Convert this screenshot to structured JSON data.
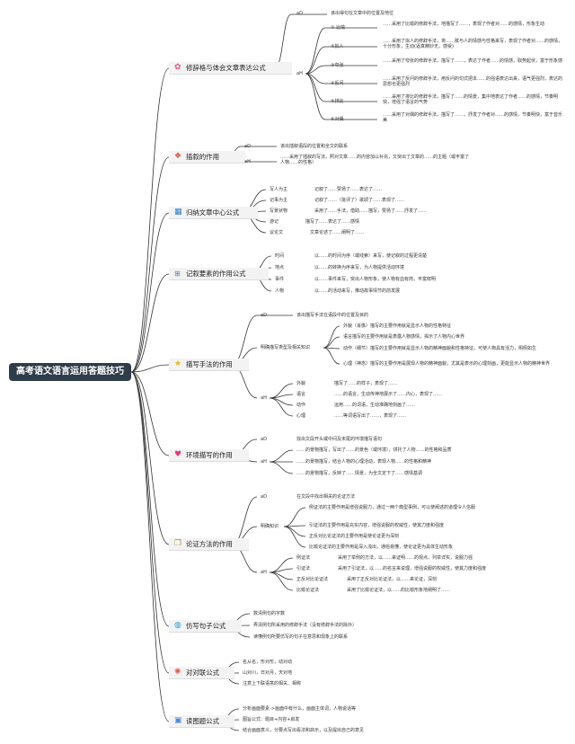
{
  "root": "高考语文语言运用答题技巧",
  "branches": {
    "b1": {
      "title": "修辞格与体会文章表达公式",
      "icon": "flower-icon",
      "ad": "aD",
      "ad_text": "该出得句在文章中的位置及地位",
      "ah": "aH",
      "items": [
        {
          "label": "① 比喻",
          "text": "……采用了比喻的修辞手法，地描写了……，表现了作者对……的感情，形象生动"
        },
        {
          "label": "②拟人",
          "text": "……采用了拟人的修辞手法，将……赋与人的情感与性格来写，表现了作者对……的感情，十分形象，生动(逼真精妙无，感受)"
        },
        {
          "label": "③夸张",
          "text": "……采用了夸张的修辞手法，描写了……，表达了作者……的情感，取势起伏，富于形象感"
        },
        {
          "label": "④反问",
          "text": "……采用了反问的修辞手法，用反问的句式把本……的强语表达出来，语气更强烈，表达的思想也更强烈"
        },
        {
          "label": "⑤排比",
          "text": "……采用了排比的修辞手法，描写了……的情景，集中地表达了作者……的感情，节奏明快，增强了语言的气势"
        },
        {
          "label": "⑥对偶",
          "text": "……采用了对偶的修辞手法，描写了……，抒发了作者对……的感情，节奏明快，富于音乐美"
        }
      ]
    },
    "b2": {
      "title": "插叙的作用",
      "icon": "gift-icon",
      "ad": "aD",
      "ad_text": "该出插叙语段的位置和全文的联系",
      "ah": "aH",
      "ah_text": "……采用了插叙的写法，照对文章……的内容加以补充，又突出了文章的……的主题（或丰富了人物……的性格）"
    },
    "b3": {
      "title": "归纳文章中心公式",
      "icon": "grid-icon",
      "items": [
        {
          "label": "写人为主",
          "text": "记叙了……赞扬了……表达了……"
        },
        {
          "label": "记事为主",
          "text": "记叙了……（批评了）歌颂了……表现了……"
        },
        {
          "label": "写景状物",
          "text": "采用了……手法，借助……描写，赞扬了……抒发了……"
        },
        {
          "label": "游记",
          "text": "描写了……表达了……感情"
        },
        {
          "label": "议论文",
          "text": "文章论述了……阐明了……"
        }
      ]
    },
    "b4": {
      "title": "记叙要素的作用公式",
      "icon": "cross-icon",
      "items": [
        {
          "label": "时间",
          "text": "以……的时间为序（或线索）来写，使记叙的过程更清楚"
        },
        {
          "label": "地点",
          "text": "以……的转换为序来写，为人物提供活动环境"
        },
        {
          "label": "事件",
          "text": "以……事件来写，突出人物形象，使人物有血有肉，丰富鲜明"
        },
        {
          "label": "人物",
          "text": "以……的活动来写，推动故事情节的前发展"
        }
      ]
    },
    "b5": {
      "title": "描写手法的作用",
      "icon": "star-icon",
      "ad": "aD",
      "ad_text": "该出描写手法在语段中的位置及目的",
      "know_label": "明确描写类型及相关知识",
      "know_items": [
        "外貌（肖像）描写的主要作用就是显示人物的性格特征",
        "语言描写的主要作用就是表露人物感情，揭示了人物内心世界",
        "动作（细节）描写的主要作用就是显示人物的精神面貌和性格特征，可使人物具有活力，栩栩如生",
        "心理（神态）描写的主要作用是展现人物的精神面貌，尤其是表示的心理刻画，更能显示人物的精神世界"
      ],
      "ah": "aH",
      "items": [
        {
          "label": "外貌",
          "text": "描写了……的样子，表现了……"
        },
        {
          "label": "语言",
          "text": "……的语言，生动传神地展示了……内心，表现了……"
        },
        {
          "label": "动作",
          "text": "运用……的词语，生动准确地刻画了……"
        },
        {
          "label": "心理",
          "text": "……等词语写出了……，表现了……"
        }
      ]
    },
    "b6": {
      "title": "环境描写的作用",
      "icon": "heart-icon",
      "ad": "aD",
      "ad_text": "找出文段开头或中间及末尾的环境描写语句",
      "ah": "aH",
      "items": [
        "……的景物描写，写出了……的景色（或环境），烘托了人物……的性格和品质",
        "……的景物描写，结合人物的心理活动，表现人物……的性格和精神",
        "……的景物描写，反映了……情景，为全文定下了……感情基调"
      ]
    },
    "b7": {
      "title": "论证方法的作用",
      "icon": "clip-icon",
      "ad": "aD",
      "ad_text": "在文段中找出相关的论证方法",
      "know_label": "明确知识",
      "know_items": [
        "例证法的主要作用是增强说服力，通过一两个典型事例，可以使阐述的道理令人信服",
        "引证法的主要作用是充实内容，增强说服的权威性，使其力度和强度",
        "正反对比论证法的主要作用是使论证更为深刻",
        "比喻论证法的主要作用是深入浅出，通俗易懂，使论证更为具体生动形象"
      ],
      "ah": "aH",
      "items": [
        {
          "label": "例证法",
          "text": "采用了举例的方法，以……来证明……的观点，列举详实，说服力强"
        },
        {
          "label": "引证法",
          "text": "采用了引证法，以……的名言来说理，增强说服的权威性，使其力度和强度"
        },
        {
          "label": "正反对比论证法",
          "text": "采用了正反对比论证法，以……来论证，深刻"
        },
        {
          "label": "比喻论证法",
          "text": "采用了比喻论证法，以……的比喻形象地阐明了……"
        }
      ]
    },
    "b8": {
      "title": "仿写句子公式",
      "icon": "globe-icon",
      "items": [
        "数清例句的字数",
        "弄清例句所采用的修辞手法（没有修辞手法的除外）",
        "读懂例句所要仿写的句子在意思和现象上的联系"
      ]
    },
    "b9": {
      "title": "对对联公式",
      "icon": "swirl-icon",
      "items": [
        "名从名，形对形，动对动",
        "山对川，日对月，天对地",
        "注意上下联语意的相关、相称"
      ]
    },
    "b10": {
      "title": "读图题公式",
      "icon": "film-icon",
      "items": [
        "分析画面要素->画面中有什么，画面主体词，人物说话等",
        "图旨公式：题目+内容+启发",
        "结合画面意义，分要点写出看法和启示，以及提出自己的意见"
      ]
    }
  }
}
